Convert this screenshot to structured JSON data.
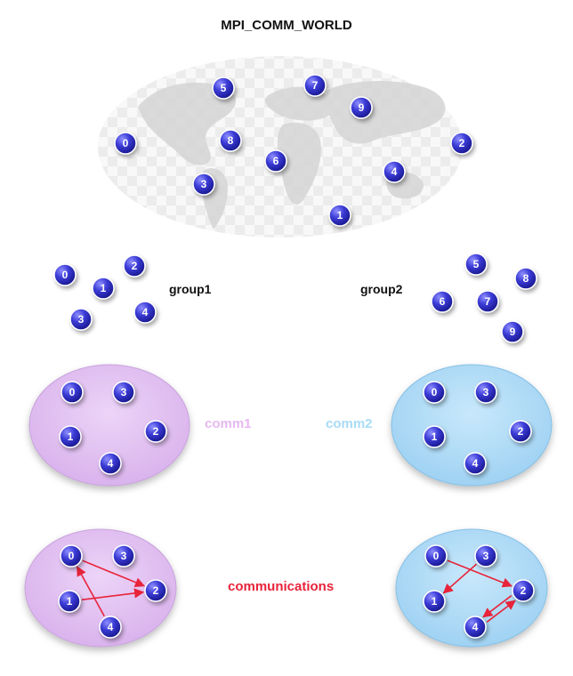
{
  "title": "MPI_COMM_WORLD",
  "labels": {
    "group1": "group1",
    "group2": "group2",
    "comm1": "comm1",
    "comm2": "comm2",
    "communications": "communications"
  },
  "colors": {
    "node": "#3b3bd6",
    "comm1_fill": "#e4c4f2",
    "comm2_fill": "#b3ddf7",
    "arrow": "#e8233a",
    "map": "#dcdcdc"
  },
  "world_nodes": [
    "0",
    "1",
    "2",
    "3",
    "4",
    "5",
    "6",
    "7",
    "8",
    "9"
  ],
  "group1_nodes": [
    "0",
    "1",
    "2",
    "3",
    "4"
  ],
  "group2_nodes": [
    "5",
    "6",
    "7",
    "8",
    "9"
  ],
  "comm1_nodes": [
    "0",
    "1",
    "2",
    "3",
    "4"
  ],
  "comm2_nodes": [
    "0",
    "1",
    "2",
    "3",
    "4"
  ],
  "comm1_communications": [
    {
      "from": "0",
      "to": "2"
    },
    {
      "from": "1",
      "to": "2"
    },
    {
      "from": "4",
      "to": "0"
    }
  ],
  "comm2_communications": [
    {
      "from": "0",
      "to": "2"
    },
    {
      "from": "3",
      "to": "1"
    },
    {
      "from": "4",
      "to": "2"
    },
    {
      "from": "2",
      "to": "4"
    }
  ]
}
